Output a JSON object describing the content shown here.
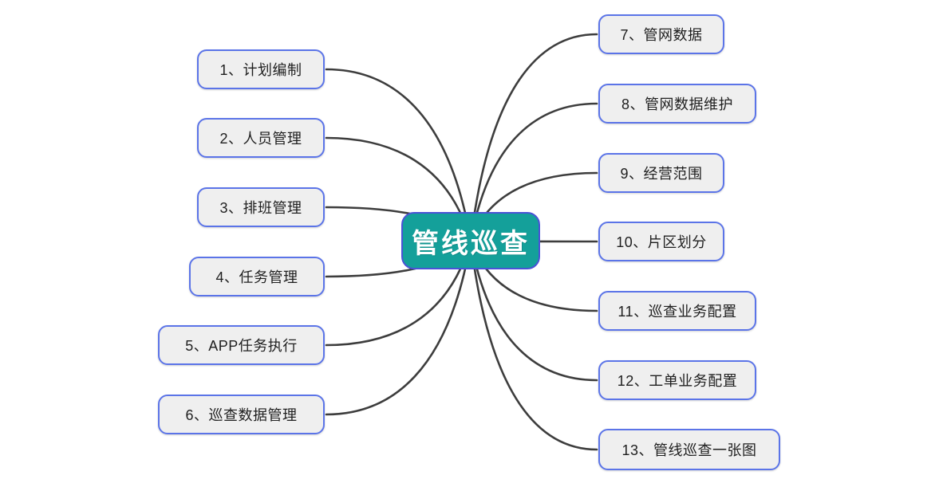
{
  "mindmap": {
    "central": {
      "label": "管线巡查"
    },
    "nodes": [
      {
        "id": "1",
        "label": "1、计划编制",
        "side": "left"
      },
      {
        "id": "2",
        "label": "2、人员管理",
        "side": "left"
      },
      {
        "id": "3",
        "label": "3、排班管理",
        "side": "left"
      },
      {
        "id": "4",
        "label": "4、任务管理",
        "side": "left"
      },
      {
        "id": "5",
        "label": "5、APP任务执行",
        "side": "left"
      },
      {
        "id": "6",
        "label": "6、巡查数据管理",
        "side": "left"
      },
      {
        "id": "7",
        "label": "7、管网数据",
        "side": "right"
      },
      {
        "id": "8",
        "label": "8、管网数据维护",
        "side": "right"
      },
      {
        "id": "9",
        "label": "9、经营范围",
        "side": "right"
      },
      {
        "id": "10",
        "label": "10、片区划分",
        "side": "right"
      },
      {
        "id": "11",
        "label": "11、巡查业务配置",
        "side": "right"
      },
      {
        "id": "12",
        "label": "12、工单业务配置",
        "side": "right"
      },
      {
        "id": "13",
        "label": "13、管线巡查一张图",
        "side": "right"
      }
    ],
    "colors": {
      "central_fill": "#14a09a",
      "central_border": "#4a52d6",
      "central_text": "#ffffff",
      "node_fill": "#efefef",
      "node_border": "#5b74e8",
      "node_text": "#1f1f1f",
      "edge": "#3d3d3d",
      "background": "#ffffff"
    }
  }
}
